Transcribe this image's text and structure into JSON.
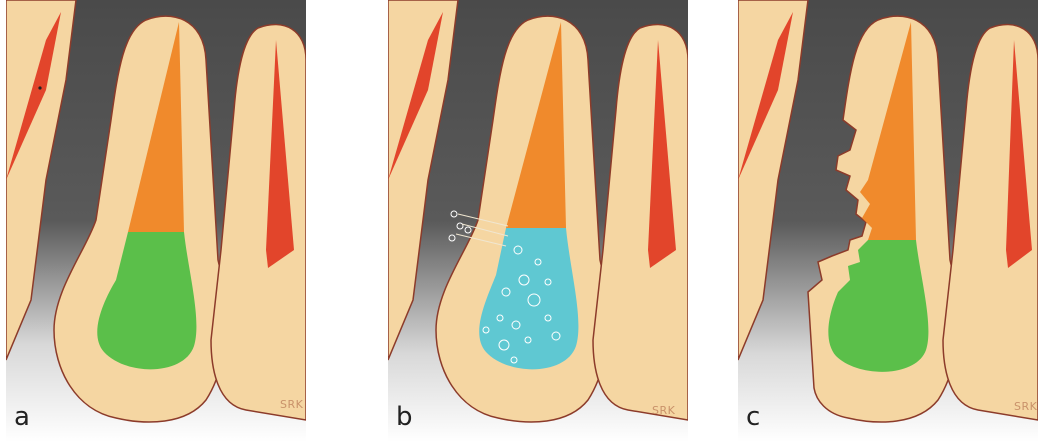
{
  "panels": [
    {
      "letter": "a",
      "signature": "SRK"
    },
    {
      "letter": "b",
      "signature": "SRK"
    },
    {
      "letter": "c",
      "signature": "SRK"
    }
  ],
  "colors": {
    "background_dark": "#4d4d4d",
    "background_light": "#ffffff",
    "tooth_fill": "#f5d6a2",
    "tooth_outline": "#8c3b2a",
    "root_canal": "#f08a2c",
    "root_canal_red": "#e2452b",
    "green_filling": "#5bbf4a",
    "cyan_filling": "#5fc8d2",
    "bubble": "#ffffff",
    "signature": "#c9926a"
  }
}
